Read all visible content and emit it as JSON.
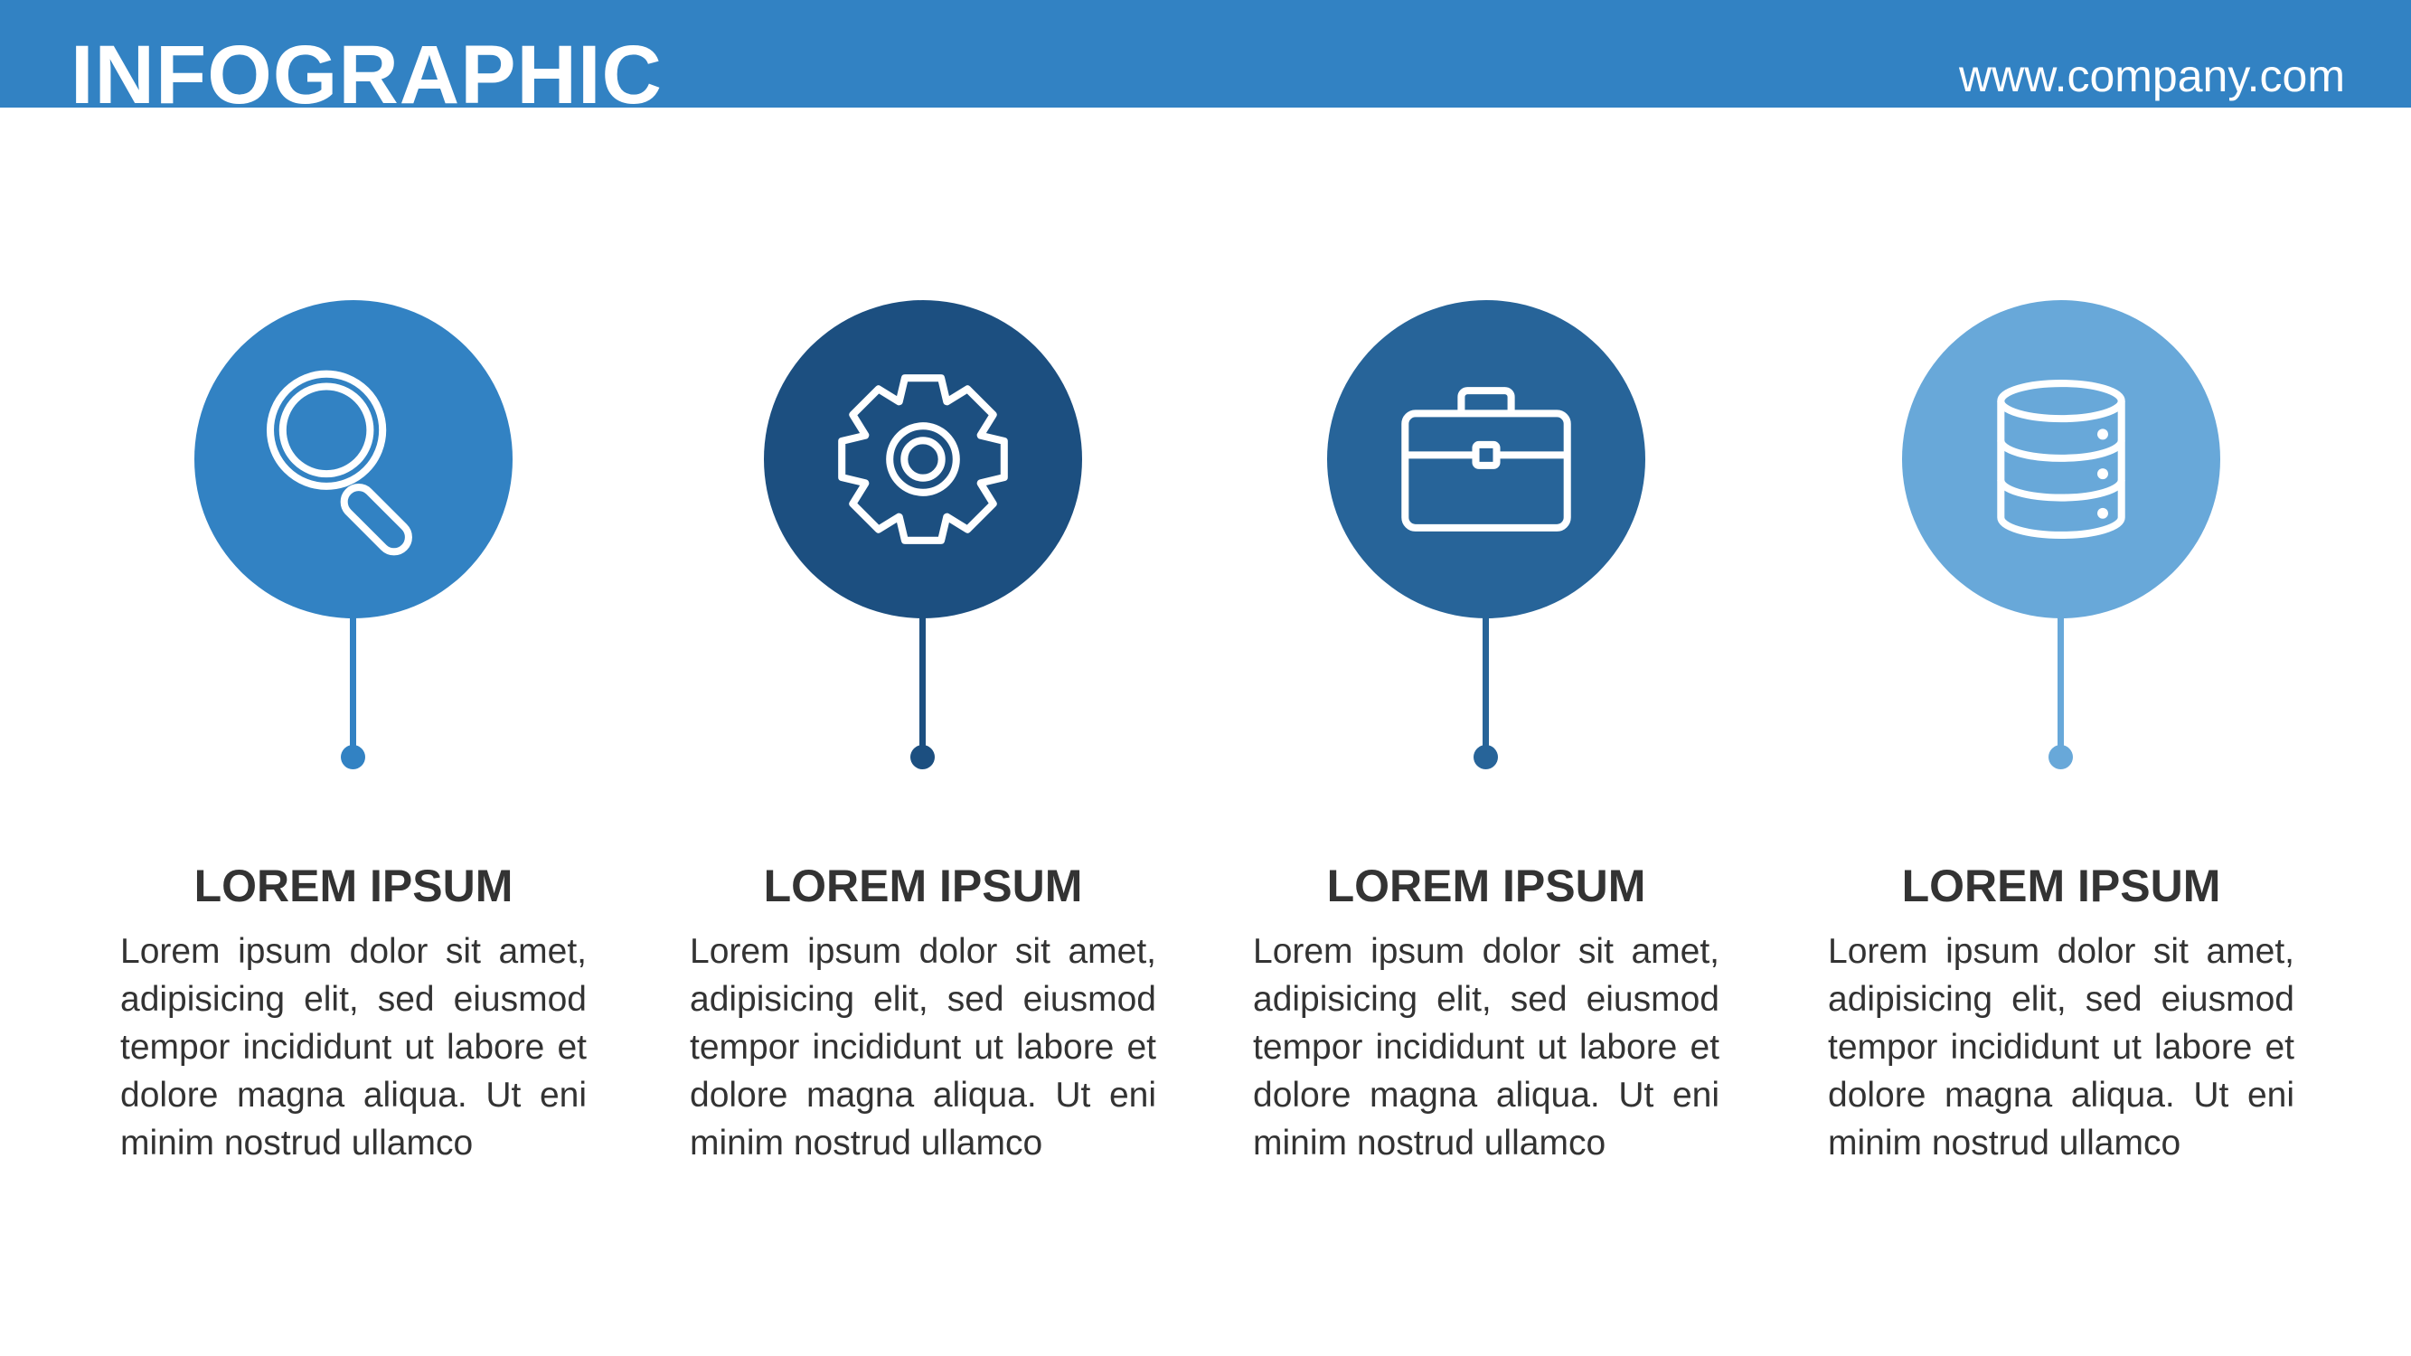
{
  "header": {
    "title": "INFOGRAPHIC",
    "url": "www.company.com",
    "background_color": "#3282c3"
  },
  "steps": [
    {
      "icon": "magnifier-icon",
      "color": "#3282c3",
      "title": "LOREM IPSUM",
      "body": "Lorem ipsum dolor sit amet, adipisicing elit, sed eiusmod tempor incididunt ut labore et dolore magna aliqua. Ut eni minim nostrud ullamco"
    },
    {
      "icon": "gear-icon",
      "color": "#1c4f80",
      "title": "LOREM IPSUM",
      "body": "Lorem ipsum dolor sit amet, adipisicing elit, sed eiusmod tempor incididunt ut labore et dolore magna aliqua. Ut eni minim nostrud ullamco"
    },
    {
      "icon": "briefcase-icon",
      "color": "#276499",
      "title": "LOREM IPSUM",
      "body": "Lorem ipsum dolor sit amet, adipisicing elit, sed eiusmod tempor incididunt ut labore et dolore magna aliqua. Ut eni minim nostrud ullamco"
    },
    {
      "icon": "database-icon",
      "color": "#68a8d9",
      "title": "LOREM IPSUM",
      "body": "Lorem ipsum dolor sit amet, adipisicing elit, sed eiusmod tempor incididunt ut labore et dolore magna aliqua. Ut eni minim nostrud ullamco"
    }
  ]
}
